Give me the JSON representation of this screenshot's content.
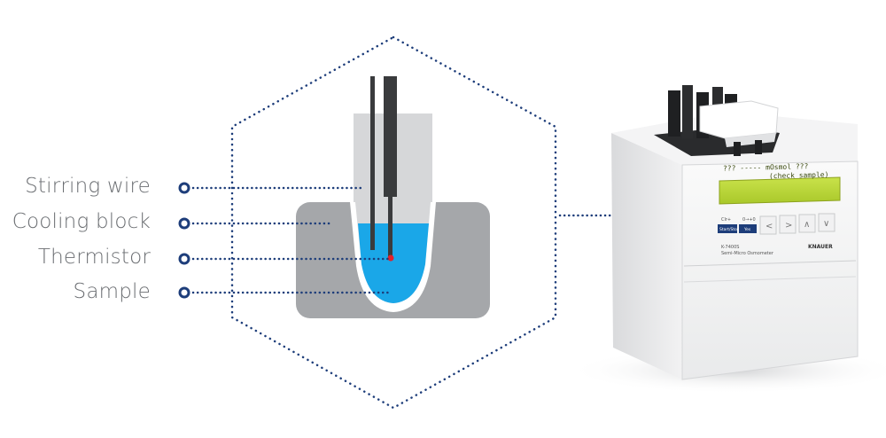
{
  "labels": [
    {
      "id": "stirring-wire",
      "text": "Stirring wire"
    },
    {
      "id": "cooling-block",
      "text": "Cooling block"
    },
    {
      "id": "thermistor",
      "text": "Thermistor"
    },
    {
      "id": "sample",
      "text": "Sample"
    }
  ],
  "device": {
    "model": "K-7400S",
    "name": "Semi-Micro Osmometer",
    "brand": "KNAUER",
    "lcd_line1": "??? ----- mOsmol ???",
    "lcd_line2": "(check sample)",
    "key1_top": "Clr+",
    "key1_label": "Start/Stop",
    "key2_top": "0→+0",
    "key2_label": "Yes",
    "nav_keys": [
      "<",
      ">",
      "∧",
      "∨"
    ]
  },
  "colors": {
    "leader": "#1d3d7a",
    "sample": "#1aa7e8",
    "block": "#a5a7aa",
    "tube": "#d6d7d9",
    "probe": "#3a3b3d",
    "thermistor_tip": "#e4202a",
    "label_text": "#6b6e72"
  }
}
